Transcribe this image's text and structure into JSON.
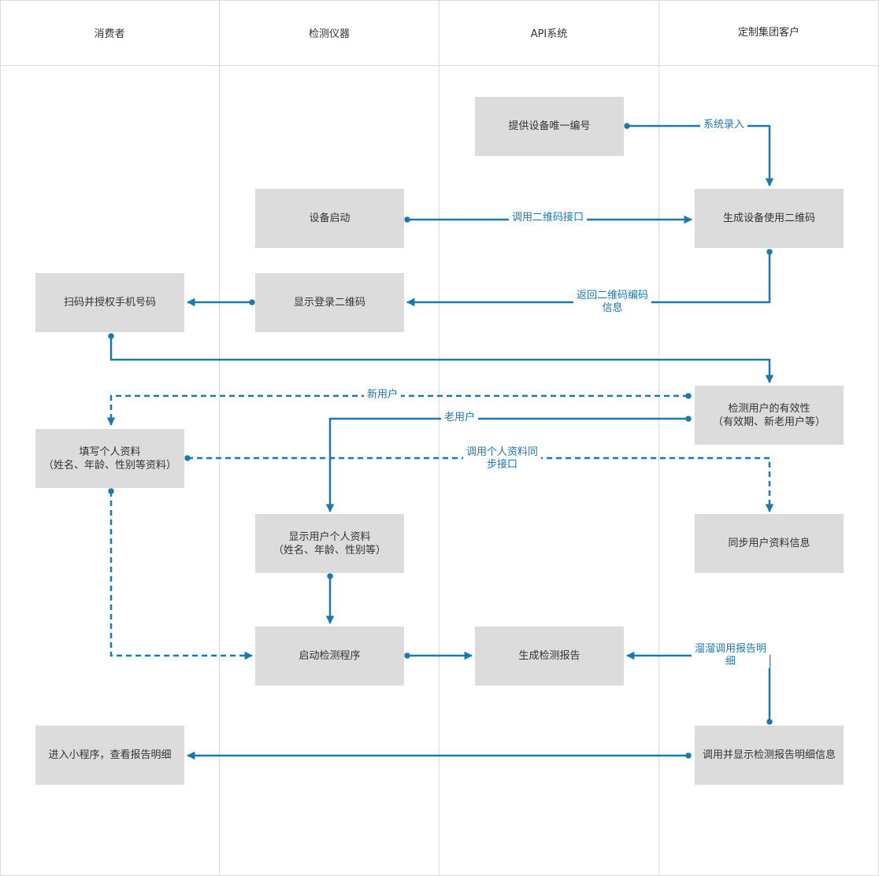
{
  "colors": {
    "connector": "#1a7ab0",
    "box_fill": "#dcdcdc",
    "lane_border": "#d8dadc"
  },
  "lanes": [
    {
      "title": "消费者"
    },
    {
      "title": "检测仪器"
    },
    {
      "title": "API系统"
    },
    {
      "title": "定制集团客户"
    }
  ],
  "boxes": {
    "provide_id": "提供设备唯一编号",
    "device_start": "设备启动",
    "gen_qr": "生成设备使用二维码",
    "scan_auth": "扫码并授权手机号码",
    "show_login_qr": "显示登录二维码",
    "check_user_line1": "检测用户的有效性",
    "check_user_line2": "（有效期、新老用户等）",
    "fill_profile_line1": "填写个人资料",
    "fill_profile_line2": "（姓名、年龄、性别等资料）",
    "show_profile_line1": "显示用户个人资料",
    "show_profile_line2": "（姓名、年龄、性别等）",
    "sync_profile": "同步用户资料信息",
    "start_program": "启动检测程序",
    "gen_report": "生成检测报告",
    "enter_miniapp": "进入小程序，查看报告明细",
    "call_show_report": "调用并显示检测报告明细信息"
  },
  "edge_labels": {
    "system_entry": "系统录入",
    "call_qr_api": "调用二维码接口",
    "return_qr_line1": "返回二维码编码",
    "return_qr_line2": "信息",
    "new_user": "新用户",
    "old_user": "老用户",
    "sync_api_line1": "调用个人资料同",
    "sync_api_line2": "步接口",
    "call_report_line1": "溜溜调用报告明",
    "call_report_line2": "细"
  }
}
